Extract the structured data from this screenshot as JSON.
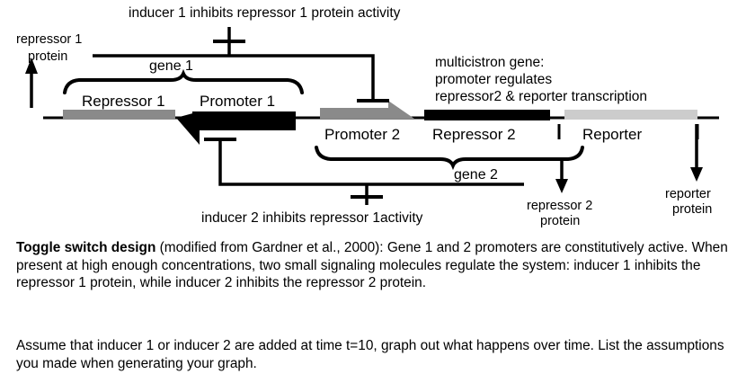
{
  "figure": {
    "annotations": {
      "inducer1": "inducer 1 inhibits repressor 1 protein activity",
      "inducer2": "inducer 2 inhibits repressor 1activity",
      "multicistron_line1": "multicistron gene:",
      "multicistron_line2": "promoter regulates",
      "multicistron_line3": "repressor2  & reporter transcription"
    },
    "proteins": {
      "repressor1_line1": "repressor 1",
      "repressor1_line2": "protein",
      "repressor2_line1": "repressor 2",
      "repressor2_line2": "protein",
      "reporter_line1": "reporter",
      "reporter_line2": "protein"
    },
    "genes": {
      "gene1": "gene 1",
      "gene2": "gene 2"
    },
    "dna_elements": [
      {
        "id": "repressor-1",
        "label": "Repressor 1",
        "color": "#8a8a8a"
      },
      {
        "id": "promoter-1",
        "label": "Promoter 1",
        "color": "#000000"
      },
      {
        "id": "promoter-2",
        "label": "Promoter 2",
        "color": "#8a8a8a"
      },
      {
        "id": "repressor-2",
        "label": "Repressor 2",
        "color": "#000000"
      },
      {
        "id": "reporter",
        "label": "Reporter",
        "color": "#cccccc"
      }
    ],
    "colors": {
      "backbone": "#000000",
      "gray_block": "#8a8a8a",
      "black_block": "#000000",
      "light_gray_block": "#cccccc",
      "background": "#ffffff"
    }
  },
  "caption": {
    "para1_bold": "Toggle switch design",
    "para1_rest": " (modified from Gardner et al., 2000): Gene 1 and 2 promoters are constitutively active. When present at high enough concentrations, two small signaling molecules regulate the system: inducer 1 inhibits the repressor 1 protein, while inducer 2 inhibits the repressor 2 protein.",
    "para2": "Assume that inducer 1 or inducer 2 are added at time t=10, graph out what happens over time.  List the assumptions you made when generating your graph."
  }
}
